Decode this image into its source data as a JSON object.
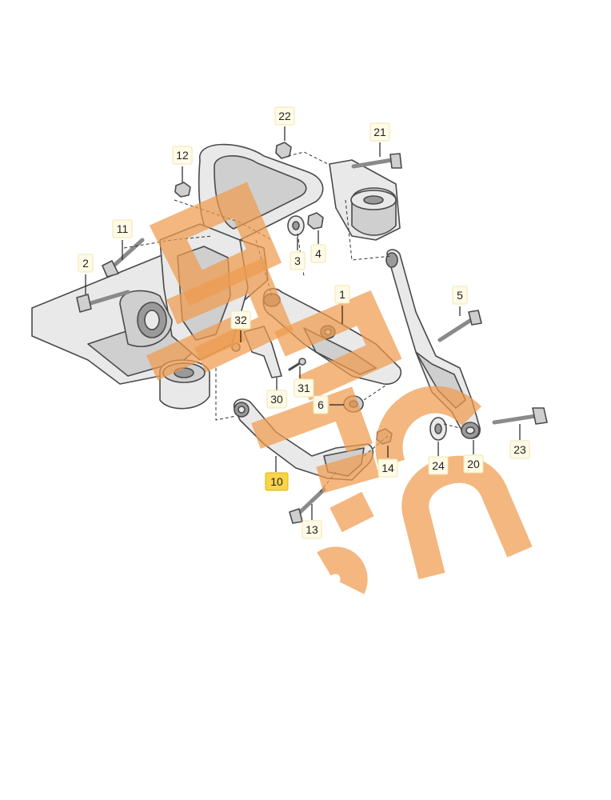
{
  "callouts": [
    {
      "id": "c1",
      "label": "1",
      "highlight": false
    },
    {
      "id": "c2",
      "label": "2",
      "highlight": false
    },
    {
      "id": "c3",
      "label": "3",
      "highlight": false
    },
    {
      "id": "c4",
      "label": "4",
      "highlight": false
    },
    {
      "id": "c5",
      "label": "5",
      "highlight": false
    },
    {
      "id": "c6",
      "label": "6",
      "highlight": false
    },
    {
      "id": "c10",
      "label": "10",
      "highlight": true
    },
    {
      "id": "c11",
      "label": "11",
      "highlight": false
    },
    {
      "id": "c12",
      "label": "12",
      "highlight": false
    },
    {
      "id": "c13",
      "label": "13",
      "highlight": false
    },
    {
      "id": "c14",
      "label": "14",
      "highlight": false
    },
    {
      "id": "c20",
      "label": "20",
      "highlight": false
    },
    {
      "id": "c21",
      "label": "21",
      "highlight": false
    },
    {
      "id": "c22",
      "label": "22",
      "highlight": false
    },
    {
      "id": "c23",
      "label": "23",
      "highlight": false
    },
    {
      "id": "c24",
      "label": "24",
      "highlight": false
    },
    {
      "id": "c30",
      "label": "30",
      "highlight": false
    },
    {
      "id": "c31",
      "label": "31",
      "highlight": false
    },
    {
      "id": "c32",
      "label": "32",
      "highlight": false
    }
  ],
  "colors": {
    "highlight_box": "#f7d54a",
    "label_box": "#fffbe6",
    "watermark": "#ef9b4e",
    "part_outline": "#4a4a4a"
  }
}
